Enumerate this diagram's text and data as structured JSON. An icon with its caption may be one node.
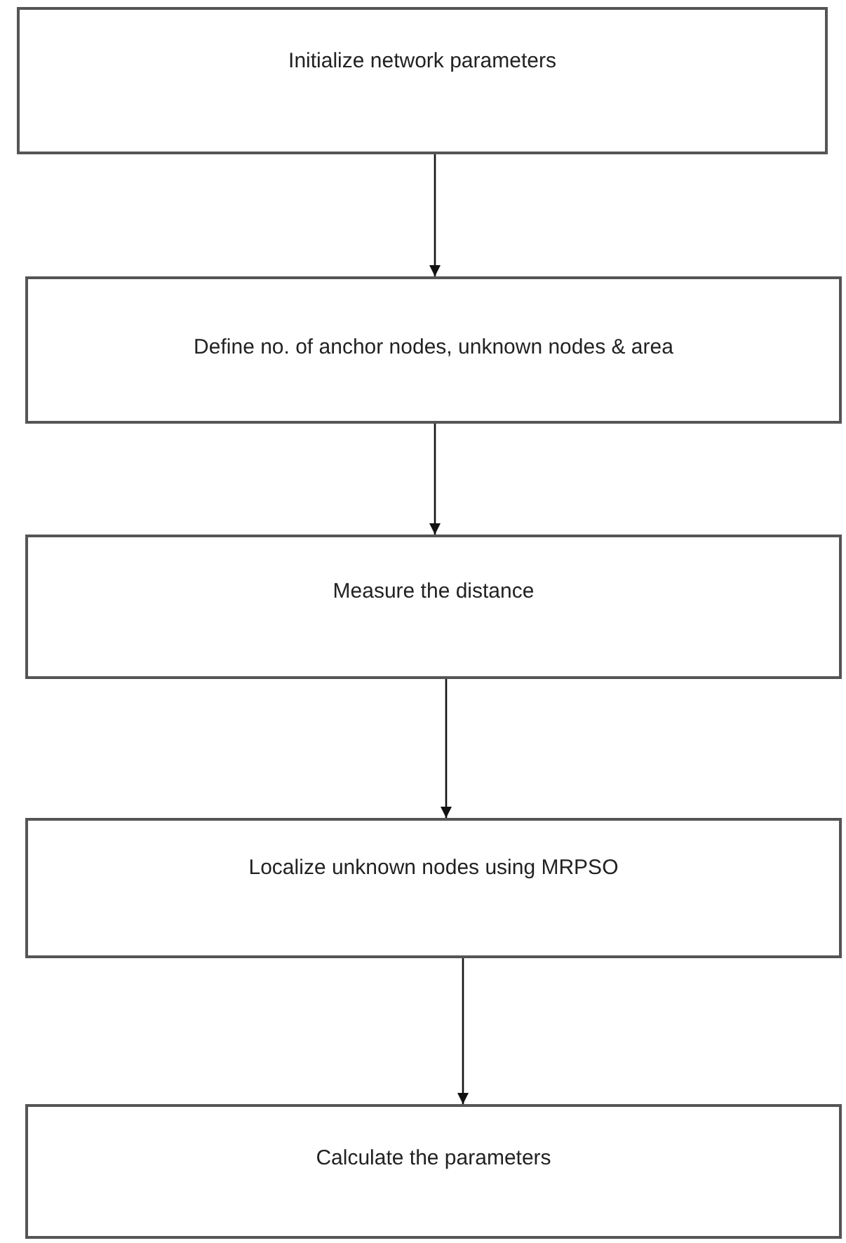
{
  "diagram": {
    "nodes": [
      {
        "text": [
          "Initialize network parameters"
        ]
      },
      {
        "text": [
          "Define no. of anchor nodes, unknown nodes & area"
        ]
      },
      {
        "text": [
          "Measure the distance"
        ]
      },
      {
        "text": [
          "Localize unknown nodes using MRPSO"
        ]
      },
      {
        "text": [
          "Calculate the parameters"
        ]
      }
    ],
    "edges": [
      {
        "from": 0,
        "to": 1,
        "arrow": "to"
      },
      {
        "from": 1,
        "to": 2,
        "arrow": "to"
      },
      {
        "from": 2,
        "to": 3,
        "arrow": "to"
      },
      {
        "from": 3,
        "to": 4,
        "arrow": "to"
      }
    ]
  }
}
